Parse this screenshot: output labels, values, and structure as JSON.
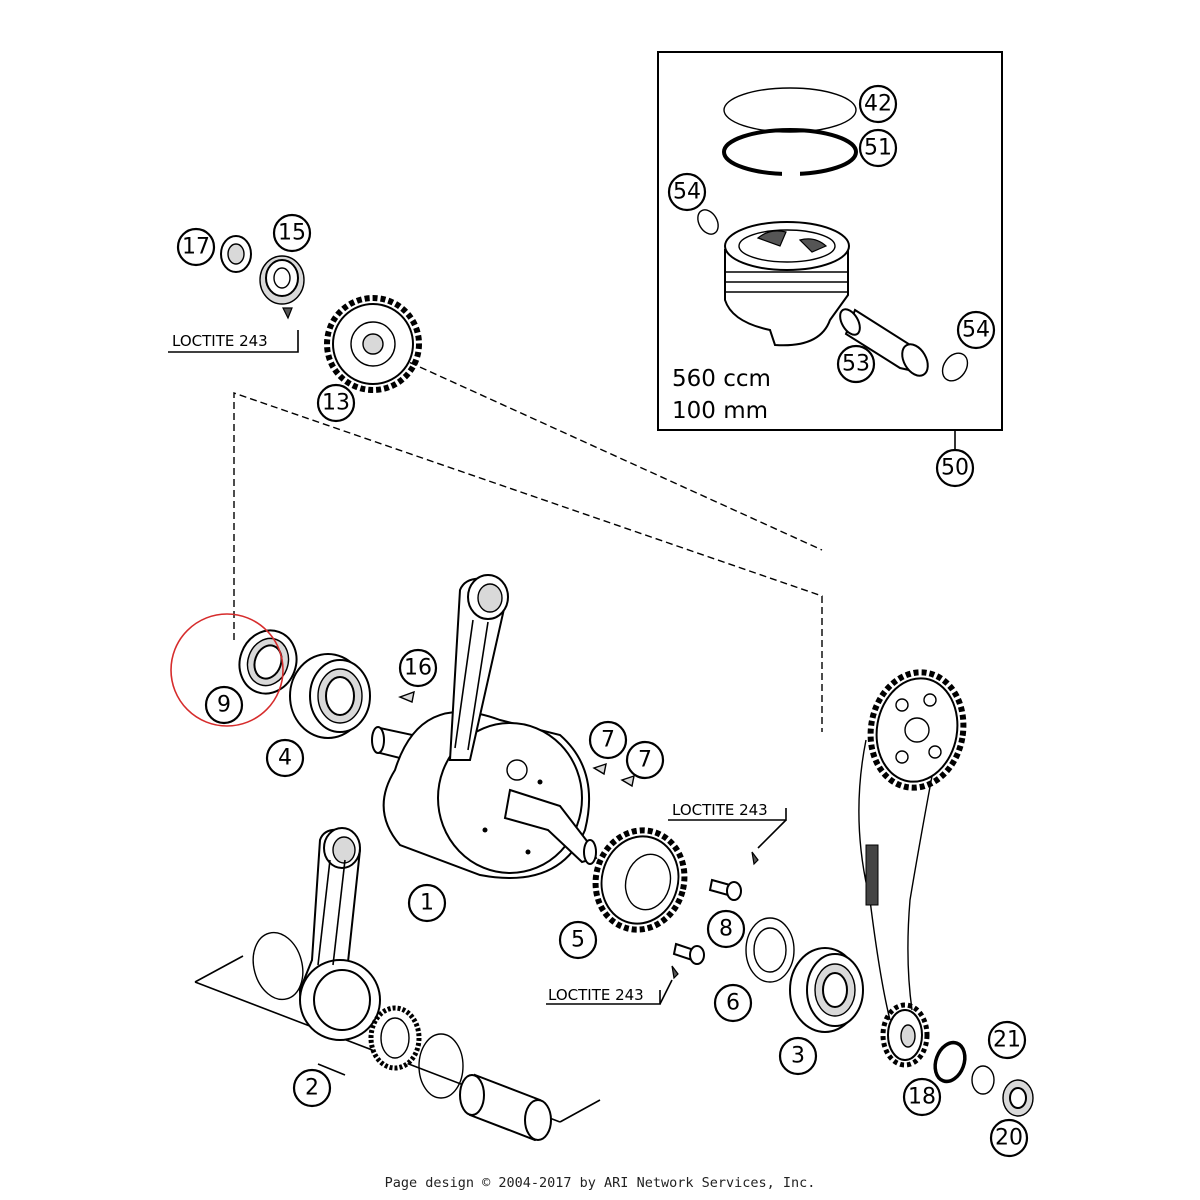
{
  "diagram": {
    "callouts": {
      "c42": "42",
      "c51": "51",
      "c54a": "54",
      "c54b": "54",
      "c53": "53",
      "c50": "50",
      "c17": "17",
      "c15": "15",
      "c13": "13",
      "c9": "9",
      "c4": "4",
      "c16": "16",
      "c7a": "7",
      "c7b": "7",
      "c1": "1",
      "c2": "2",
      "c5": "5",
      "c8": "8",
      "c6": "6",
      "c3": "3",
      "c18": "18",
      "c21": "21",
      "c20": "20"
    },
    "notes": {
      "loctite_top": "LOCTITE 243",
      "loctite_right": "LOCTITE 243",
      "loctite_bottom": "LOCTITE 243"
    },
    "piston_box": {
      "displacement": "560 ccm",
      "bore": "100 mm"
    },
    "highlight_color": "#d62c2c"
  },
  "footer": {
    "copyright": "Page design © 2004-2017 by ARI Network Services, Inc."
  }
}
